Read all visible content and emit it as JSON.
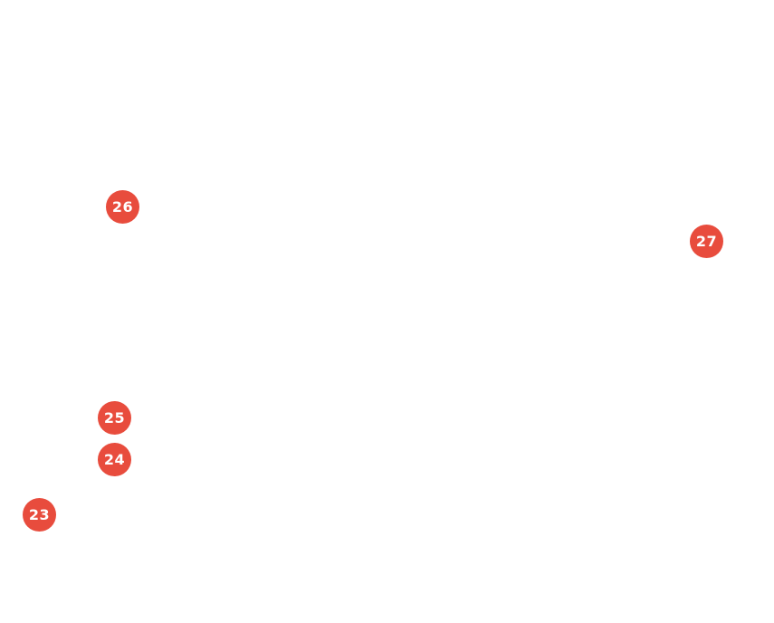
{
  "theme": {
    "background": "#ffffff",
    "marker_color": "#e84c3d",
    "marker_text_color": "#ffffff"
  },
  "markers": [
    {
      "label": "26"
    },
    {
      "label": "27"
    },
    {
      "label": "25"
    },
    {
      "label": "24"
    },
    {
      "label": "23"
    }
  ]
}
